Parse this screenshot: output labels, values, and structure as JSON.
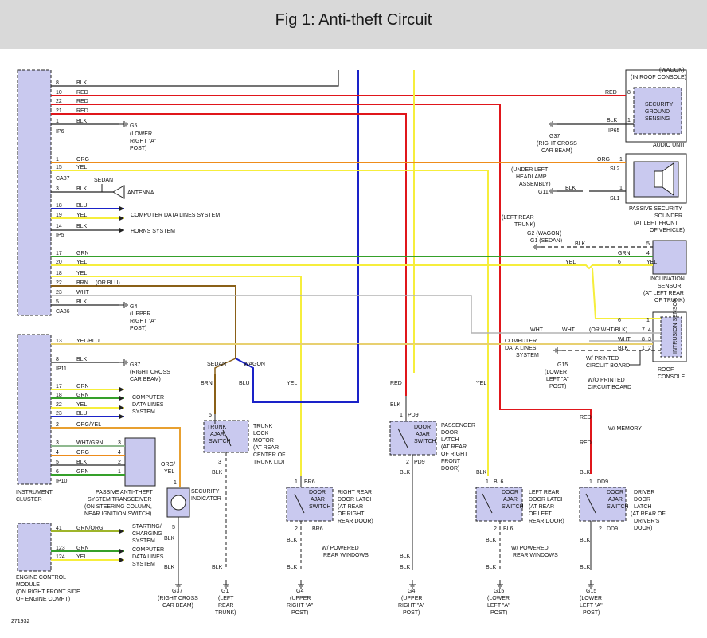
{
  "header": {
    "title": "Fig 1: Anti-theft Circuit"
  },
  "colors": {
    "red": "#e0161b",
    "blue": "#1a22c8",
    "yellow": "#f6ee3c",
    "orange": "#ee8c1a",
    "green": "#35a02a",
    "brown": "#8a6018",
    "white_wire": "#b4b4b4",
    "black": "#222222",
    "module_fill": "#c9c9ef"
  },
  "wire_labels": {
    "left_ic": [
      "8",
      "BLK",
      "10",
      "RED",
      "22",
      "RED",
      "21",
      "RED",
      "1",
      "BLK",
      "1",
      "ORG",
      "15",
      "YEL",
      "3",
      "BLK",
      "18",
      "BLU",
      "19",
      "YEL",
      "14",
      "BLK",
      "17",
      "GRN",
      "20",
      "YEL",
      "18",
      "YEL",
      "22",
      "BRN",
      "(OR BLU)",
      "23",
      "WHT",
      "5",
      "BLK",
      "13",
      "YEL/BLU",
      "8",
      "BLK",
      "17",
      "GRN",
      "18",
      "GRN",
      "22",
      "YEL",
      "23",
      "BLU",
      "2",
      "ORG/YEL",
      "3",
      "WHT/GRN",
      "4",
      "ORG",
      "5",
      "BLK",
      "6",
      "GRN",
      "41",
      "GRN/ORG",
      "123",
      "GRN",
      "124",
      "YEL",
      "3",
      "4",
      "2",
      "1"
    ],
    "right_side": [
      "RED",
      "8",
      "BLK",
      "1",
      "ORG",
      "1",
      "BLK",
      "1",
      "BLK",
      "5",
      "GRN",
      "4",
      "YEL",
      "6",
      "YEL",
      "6",
      "1",
      "WHT",
      "WHT",
      "(OR WHT/BLK)",
      "7",
      "4",
      "WHT",
      "8",
      "3",
      "BLK",
      "1",
      "2",
      "RED",
      "RED"
    ],
    "lower": [
      "BRN",
      "BLU",
      "YEL",
      "RED",
      "BLK",
      "YEL",
      "5",
      "3",
      "BLK",
      "BLK",
      "1",
      "BR6",
      "2",
      "BR6",
      "BLK",
      "BLK",
      "1",
      "PD9",
      "2",
      "PD9",
      "BLK",
      "BLK",
      "1",
      "BL6",
      "2",
      "BL6",
      "BLK",
      "BLK",
      "1",
      "DD9",
      "2",
      "DD9",
      "BLK",
      "BLK",
      "1",
      "5",
      "BLK",
      "BLK",
      "BLK",
      "BLK",
      "BLK"
    ]
  },
  "connectors": {
    "ip6": "IP6",
    "ca87": "CA87",
    "ip5": "IP5",
    "ca86": "CA86",
    "ip11": "IP11",
    "ip10": "IP10",
    "ip65": "IP65",
    "sl2": "SL2",
    "sl1": "SL1"
  },
  "grounds": {
    "g5": "G5",
    "g5_loc": [
      "(LOWER",
      "RIGHT \"A\"",
      "POST)"
    ],
    "g4_upper": "G4",
    "g4_upper_loc": [
      "(UPPER",
      "RIGHT \"A\"",
      "POST)"
    ],
    "g37_mid": "G37",
    "g37_mid_loc": [
      "(RIGHT CROSS",
      "CAR BEAM)"
    ],
    "g37_top": "G37",
    "g37_top_loc": [
      "(RIGHT CROSS",
      "CAR BEAM)"
    ],
    "g11": "G11",
    "g2": "G2  (WAGON)",
    "g1": "G1  (SEDAN)",
    "g15_roof": "G15",
    "g15_roof_loc": [
      "(LOWER",
      "LEFT \"A\"",
      "POST)"
    ],
    "b_g37": "G37",
    "b_g37_loc": [
      "(RIGHT CROSS",
      "CAR BEAM)"
    ],
    "b_g1": "G1",
    "b_g1_loc": [
      "(LEFT",
      "REAR",
      "TRUNK)"
    ],
    "b_g4a": "G4",
    "b_g4a_loc": [
      "(UPPER",
      "RIGHT \"A\"",
      "POST)"
    ],
    "b_g4b": "G4",
    "b_g4b_loc": [
      "(UPPER",
      "RIGHT \"A\"",
      "POST)"
    ],
    "b_g15a": "G15",
    "b_g15a_loc": [
      "(LOWER",
      "LEFT \"A\"",
      "POST)"
    ],
    "b_g15b": "G15",
    "b_g15b_loc": [
      "(LOWER",
      "LEFT \"A\"",
      "POST)"
    ]
  },
  "labels": {
    "sedan": "SEDAN",
    "antenna": "ANTENNA",
    "cdls": "COMPUTER DATA LINES SYSTEM",
    "horns": "HORNS SYSTEM",
    "cdls_multi": [
      "COMPUTER",
      "DATA LINES",
      "SYSTEM"
    ],
    "instrument_cluster": [
      "INSTRUMENT",
      "CLUSTER"
    ],
    "pats": [
      "PASSIVE ANTI-THEFT",
      "SYSTEM TRANSCEIVER",
      "(ON STEERING COLUMN,",
      "NEAR IGNITION SWITCH)"
    ],
    "starting": [
      "STARTING/",
      "CHARGING",
      "SYSTEM"
    ],
    "cdls_ecm": [
      "COMPUTER",
      "DATA LINES",
      "SYSTEM"
    ],
    "ecm": [
      "ENGINE CONTROL",
      "MODULE",
      "(ON RIGHT FRONT SIDE",
      "OF ENGINE COMPT)"
    ],
    "wagon_roof": [
      "(WAGON)",
      "(IN ROOF CONSOLE)"
    ],
    "sec_ground": [
      "SECURITY",
      "GROUND",
      "SENSING"
    ],
    "audio_unit": "AUDIO UNIT",
    "headlamp": [
      "(UNDER LEFT",
      "HEADLAMP",
      "ASSEMBLY)"
    ],
    "sounder": [
      "PASSIVE SECURITY",
      "SOUNDER",
      "(AT LEFT FRONT",
      "OF VEHICLE)"
    ],
    "left_rear_trunk": [
      "(LEFT REAR",
      "TRUNK)"
    ],
    "inclination": [
      "INCLINATION",
      "SENSOR",
      "(AT LEFT REAR",
      "OF TRUNK)"
    ],
    "intrusion": "INTRUSION SENSOR",
    "roof_console": [
      "ROOF",
      "CONSOLE"
    ],
    "cdls_roof": [
      "COMPUTER",
      "DATA LINES",
      "SYSTEM"
    ],
    "printed": [
      "W/ PRINTED",
      "CIRCUIT BOARD"
    ],
    "no_printed": [
      "W/O PRINTED",
      "CIRCUIT BOARD"
    ],
    "w_memory": "W/ MEMORY",
    "sedan_b": "SEDAN",
    "wagon_b": "WAGON",
    "org_yel": [
      "ORG/",
      "YEL"
    ],
    "trunk_switch": [
      "TRUNK",
      "AJAR",
      "SWITCH"
    ],
    "trunk_motor": [
      "TRUNK",
      "LOCK",
      "MOTOR",
      "(AT REAR",
      "CENTER OF",
      "TRUNK LID)"
    ],
    "security_indicator": [
      "SECURITY",
      "INDICATOR"
    ],
    "door_switch": [
      "DOOR",
      "AJAR",
      "SWITCH"
    ],
    "rr_door": [
      "RIGHT REAR",
      "DOOR LATCH",
      "(AT REAR",
      "OF RIGHT",
      "REAR DOOR)"
    ],
    "pass_door": [
      "PASSENGER",
      "DOOR",
      "LATCH",
      "(AT REAR",
      "OF RIGHT",
      "FRONT",
      "DOOR)"
    ],
    "lr_door": [
      "LEFT REAR",
      "DOOR LATCH",
      "(AT REAR",
      "OF LEFT",
      "REAR DOOR)"
    ],
    "driver_door": [
      "DRIVER",
      "DOOR",
      "LATCH",
      "(AT REAR OF",
      "DRIVER'S",
      "DOOR)"
    ],
    "powered_windows": [
      "W/ POWERED",
      "REAR WINDOWS"
    ],
    "figure_id": "271932"
  }
}
